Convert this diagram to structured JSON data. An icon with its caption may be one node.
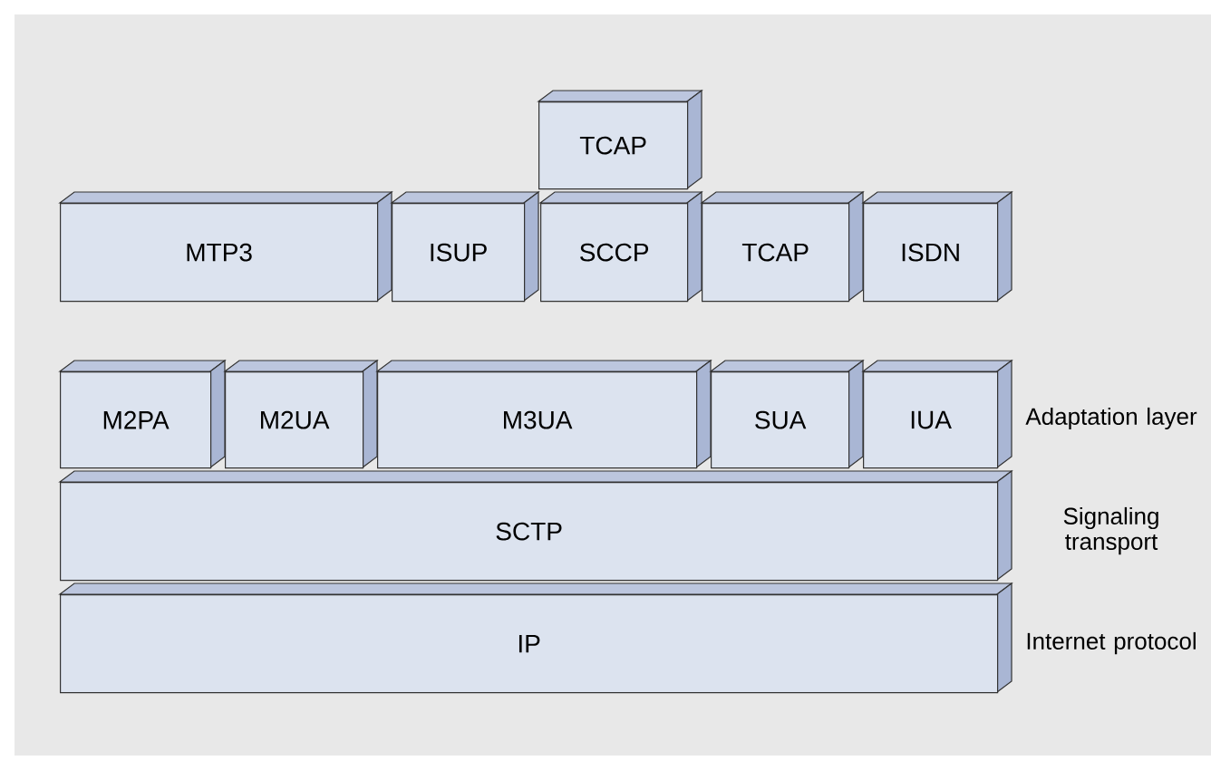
{
  "diagram": {
    "nodes": [
      {
        "text": [
          "TCAP"
        ]
      },
      {
        "text": [
          "MTP3"
        ]
      },
      {
        "text": [
          "ISUP"
        ]
      },
      {
        "text": [
          "SCCP"
        ]
      },
      {
        "text": [
          "TCAP"
        ]
      },
      {
        "text": [
          "ISDN"
        ]
      },
      {
        "text": [
          "M2PA"
        ]
      },
      {
        "text": [
          "M2UA"
        ]
      },
      {
        "text": [
          "M3UA"
        ]
      },
      {
        "text": [
          "SUA"
        ]
      },
      {
        "text": [
          "IUA"
        ]
      },
      {
        "text": [
          "SCTP"
        ]
      },
      {
        "text": [
          "IP"
        ]
      }
    ],
    "labels": [
      "Adaptation layer",
      "Signaling transport",
      "Internet protocol"
    ]
  }
}
